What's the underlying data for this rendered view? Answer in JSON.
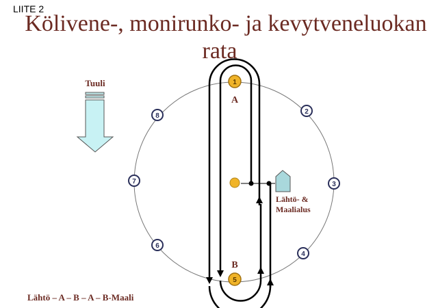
{
  "header": {
    "annex": "LIITE 2",
    "title_line1": "Kölivene-, monirunko- ja  kevytveneluokan",
    "title_line2": "rata"
  },
  "wind": {
    "label": "Tuuli",
    "icon": "wind-direction-arrow-icon"
  },
  "marks": [
    {
      "number": "1",
      "type": "turning"
    },
    {
      "number": "2",
      "type": "rounding"
    },
    {
      "number": "3",
      "type": "rounding"
    },
    {
      "number": "4",
      "type": "rounding"
    },
    {
      "number": "5",
      "type": "turning"
    },
    {
      "number": "6",
      "type": "rounding"
    },
    {
      "number": "7",
      "type": "rounding"
    },
    {
      "number": "8",
      "type": "rounding"
    }
  ],
  "mark_labels": {
    "a": "A",
    "b": "B"
  },
  "committee_boat": {
    "line1": "Lähtö- &",
    "line2": "Maalialus"
  },
  "course": "Lähtö – A – B – A – B-Maali",
  "colors": {
    "title": "#6b2a22",
    "turning_mark": "#f0b429",
    "rounding_mark": "#2a2f5a",
    "wind_arrow": "#c8f2f4",
    "boat": "#a9d8dc"
  }
}
